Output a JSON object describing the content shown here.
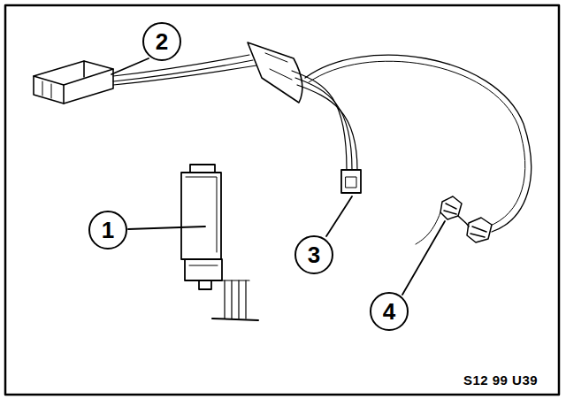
{
  "diagram": {
    "labels": [
      "2",
      "1",
      "3",
      "4",
      "S12 99 U39"
    ]
  }
}
